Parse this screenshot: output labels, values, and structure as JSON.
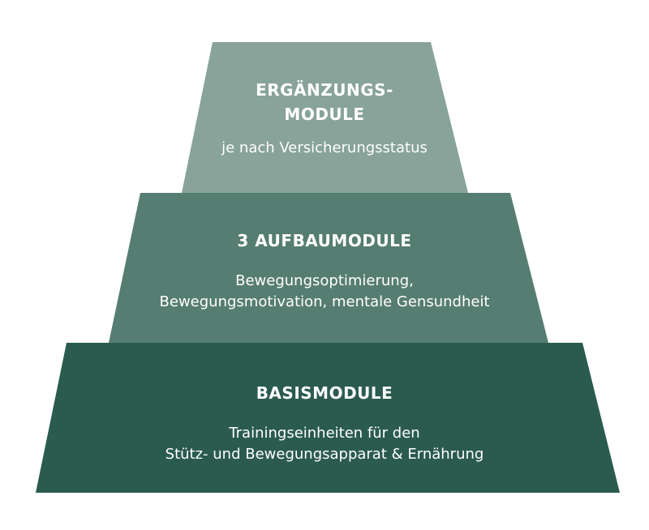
{
  "colors": {
    "top_tier": "#88a399",
    "middle_tier": "#567d71",
    "base_tier": "#2a5b4e",
    "text": "#ffffff"
  },
  "tiers": {
    "top": {
      "title_line1": "ERGÄNZUNGS-",
      "title_line2": "MODULE",
      "description": "je nach Versicherungsstatus"
    },
    "middle": {
      "title": "3 AUFBAUMODULE",
      "description_line1": "Bewegungsoptimierung,",
      "description_line2": "Bewegungsmotivation, mentale Gensundheit"
    },
    "base": {
      "title": "BASISMODULE",
      "description_line1": "Trainingseinheiten für den",
      "description_line2": "Stütz- und Bewegungsapparat & Ernährung"
    }
  }
}
